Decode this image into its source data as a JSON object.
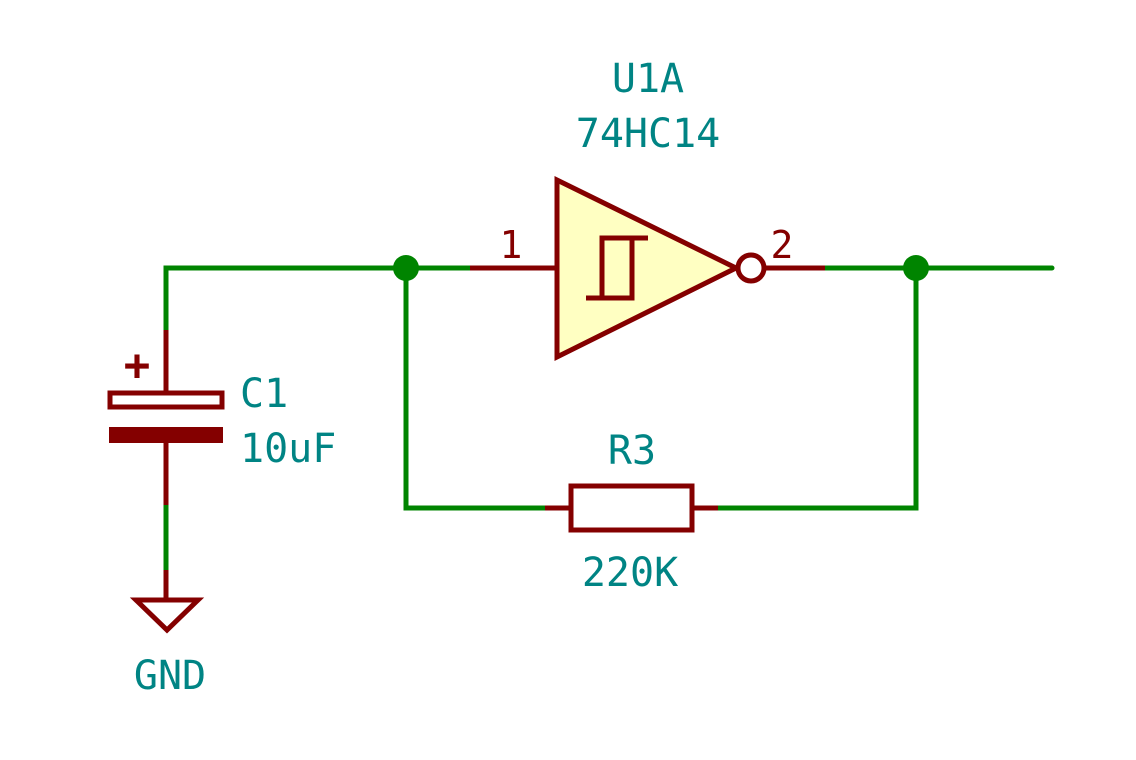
{
  "colors": {
    "wire": "#008400",
    "component": "#840000",
    "component_fill": "#ffffc2",
    "label": "#008484",
    "background": "#ffffff"
  },
  "u1": {
    "reference": "U1A",
    "value": "74HC14",
    "pin_in": "1",
    "pin_out": "2"
  },
  "c1": {
    "reference": "C1",
    "value": "10uF",
    "polarity": "+"
  },
  "r3": {
    "reference": "R3",
    "value": "220K"
  },
  "gnd": {
    "label": "GND"
  }
}
